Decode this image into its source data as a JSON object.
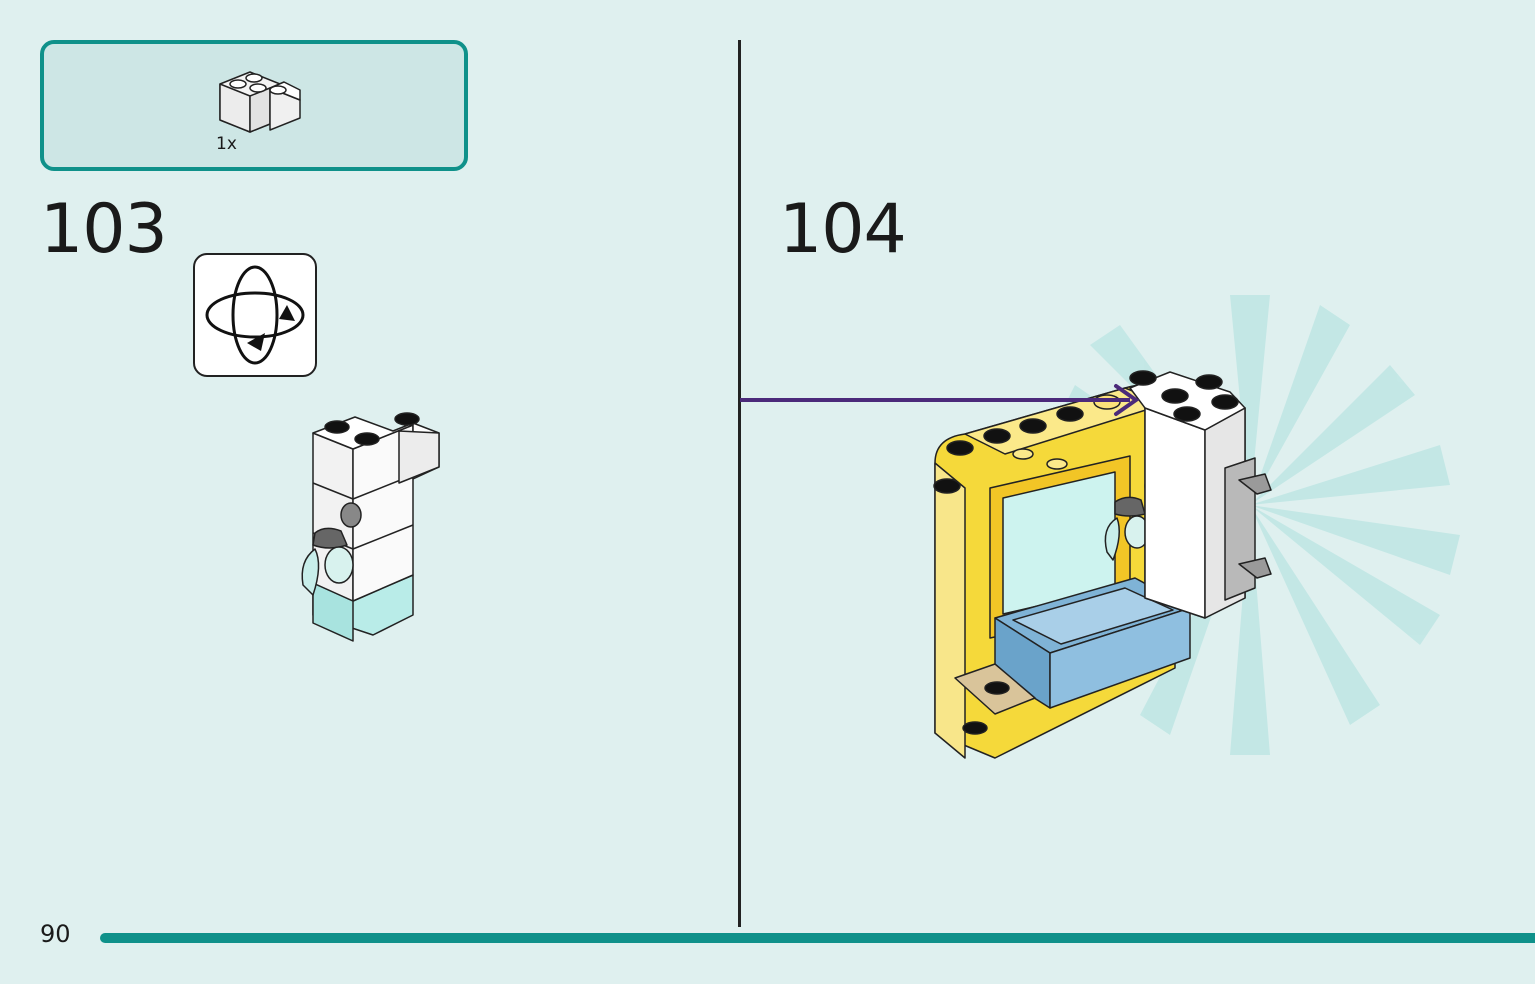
{
  "parts_list": {
    "quantity": "1x",
    "part_icon": "white-corner-brick-icon"
  },
  "steps": [
    {
      "number": "103",
      "icon": "rotate-model-icon"
    },
    {
      "number": "104"
    }
  ],
  "page_number": "90",
  "colors": {
    "background": "#dff0ef",
    "accent_teal": "#0f918a",
    "arrow_purple": "#4b2a7a",
    "brick_yellow": "#f5d93a",
    "brick_white": "#ffffff",
    "trans_blue": "#b9ece8",
    "bath_blue": "#7fb3d6"
  }
}
